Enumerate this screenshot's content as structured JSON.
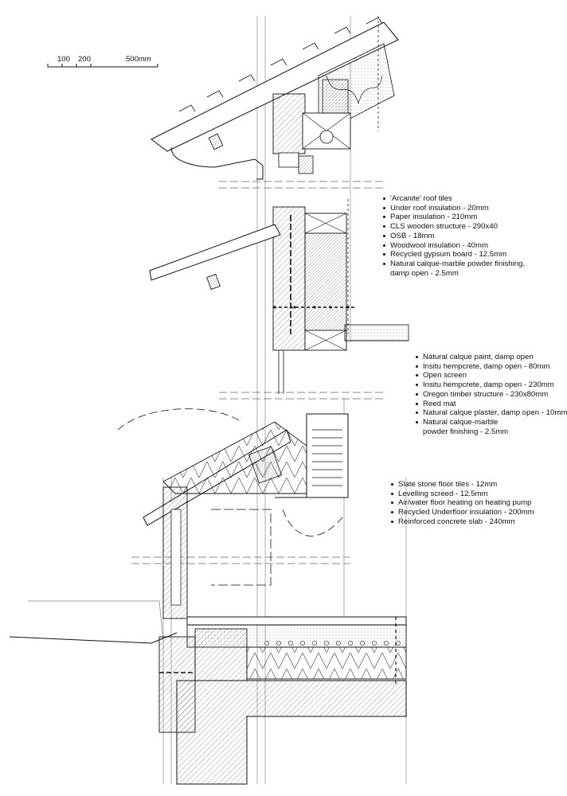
{
  "scale_bar": {
    "labels": [
      "100",
      "200",
      "500mm"
    ]
  },
  "annotations": [
    {
      "id": "roof",
      "items": [
        {
          "text": "'Arcanite' roof tiles"
        },
        {
          "text": "Under roof insulation - 20mm"
        },
        {
          "text": "Paper insulation - 210mm"
        },
        {
          "text": "CLS wooden structure  - 290x40"
        },
        {
          "text": "OSB - 18mm"
        },
        {
          "text": "Woodwool insulation - 40mm"
        },
        {
          "text": "Recycled gypsum board  - 12.5mm"
        },
        {
          "text": "Natural calque-marble powder finishing,",
          "cont": "damp open - 2.5mm"
        }
      ]
    },
    {
      "id": "wall",
      "items": [
        {
          "text": "Natural calque paint, damp open"
        },
        {
          "text": "Insitu hempcrete, damp open - 80mm"
        },
        {
          "text": "Open screen"
        },
        {
          "text": "Insitu hempcrete, damp open - 230mm"
        },
        {
          "text": "Oregon timber structure - 230x80mm"
        },
        {
          "text": "Reed mat"
        },
        {
          "text": "Natural calque plaster, damp open - 10mm"
        },
        {
          "text": "Natural calque-marble",
          "cont": "powder finishing - 2.5mm"
        }
      ]
    },
    {
      "id": "floor",
      "items": [
        {
          "text": "Slate stone floor tiles - 12mm"
        },
        {
          "text": "Levelling screed - 12.5mm"
        },
        {
          "text": "Air/water floor heating on heating pump"
        },
        {
          "text": "Recycled Underfloor insulation - 200mm"
        },
        {
          "text": "Reinforced concrete slab - 240mm"
        }
      ]
    }
  ]
}
